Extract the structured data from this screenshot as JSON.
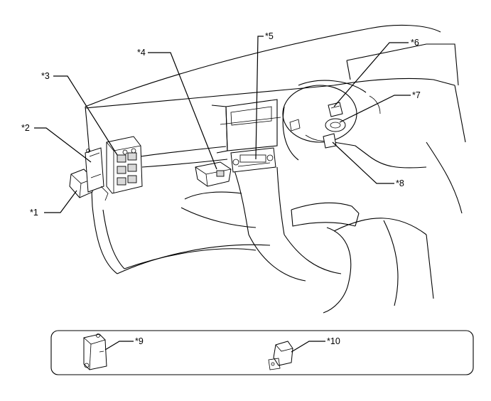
{
  "callouts": {
    "c1": "*1",
    "c2": "*2",
    "c3": "*3",
    "c4": "*4",
    "c5": "*5",
    "c6": "*6",
    "c7": "*7",
    "c8": "*8",
    "c9": "*9",
    "c10": "*10"
  },
  "colors": {
    "line": "#000000",
    "background": "#ffffff"
  }
}
